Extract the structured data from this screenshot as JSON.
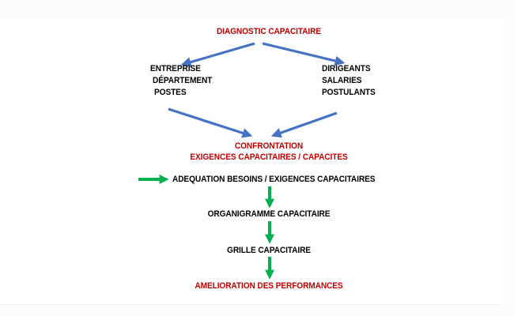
{
  "colors": {
    "title_red": "#c00000",
    "text_black": "#000000",
    "arrow_blue": "#4472c4",
    "arrow_green": "#00b050"
  },
  "diagram": {
    "title": "DIAGNOSTIC CAPACITAIRE",
    "left_branch": [
      "ENTREPRISE",
      "DÉPARTEMENT",
      "POSTES"
    ],
    "right_branch": [
      "DIRIGEANTS",
      "SALARIES",
      "POSTULANTS"
    ],
    "confrontation": {
      "line1": "CONFRONTATION",
      "line2": "EXIGENCES CAPACITAIRES / CAPACITES"
    },
    "steps": [
      "ADEQUATION  BESOINS / EXIGENCES CAPACITAIRES",
      "ORGANIGRAMME CAPACITAIRE",
      "GRILLE CAPACITAIRE",
      "AMELIORATION DES PERFORMANCES"
    ],
    "arrows": [
      {
        "from": "title",
        "to": "left_branch",
        "color": "blue"
      },
      {
        "from": "title",
        "to": "right_branch",
        "color": "blue"
      },
      {
        "from": "left_branch",
        "to": "confrontation",
        "color": "blue"
      },
      {
        "from": "right_branch",
        "to": "confrontation",
        "color": "blue"
      },
      {
        "from": "external",
        "to": "steps.0",
        "color": "green"
      },
      {
        "from": "steps.0",
        "to": "steps.1",
        "color": "green"
      },
      {
        "from": "steps.1",
        "to": "steps.2",
        "color": "green"
      },
      {
        "from": "steps.2",
        "to": "steps.3",
        "color": "green"
      }
    ]
  }
}
